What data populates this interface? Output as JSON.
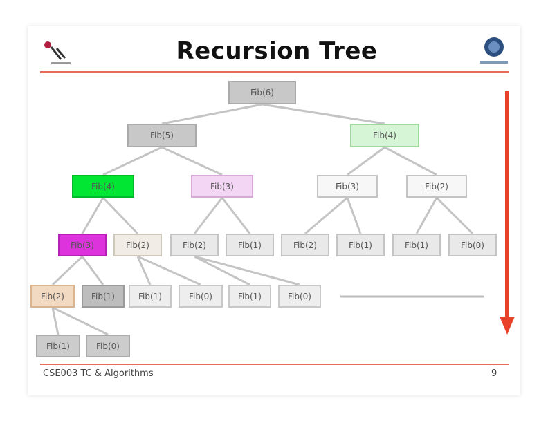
{
  "title": "Recursion Tree",
  "footer": {
    "course": "CSE003 TC & Algorithms",
    "page": "9"
  },
  "nodes": [
    {
      "id": "n0",
      "label": "Fib(6)",
      "fill": "#c8c8c8",
      "border": "#aaaaaa"
    },
    {
      "id": "n1",
      "label": "Fib(5)",
      "fill": "#c8c8c8",
      "border": "#aaaaaa"
    },
    {
      "id": "n2",
      "label": "Fib(4)",
      "fill": "#d6f5d6",
      "border": "#9ed89e"
    },
    {
      "id": "n3",
      "label": "Fib(4)",
      "fill": "#00e632",
      "border": "#00b828"
    },
    {
      "id": "n4",
      "label": "Fib(3)",
      "fill": "#f3d6f3",
      "border": "#d8a8d8"
    },
    {
      "id": "n5",
      "label": "Fib(3)",
      "fill": "#f7f7f7",
      "border": "#c4c4c4"
    },
    {
      "id": "n6",
      "label": "Fib(2)",
      "fill": "#f7f7f7",
      "border": "#c4c4c4"
    },
    {
      "id": "n7",
      "label": "Fib(3)",
      "fill": "#dd33dd",
      "border": "#b520b5"
    },
    {
      "id": "n8",
      "label": "Fib(2)",
      "fill": "#f1ede6",
      "border": "#cfc8bd"
    },
    {
      "id": "n9",
      "label": "Fib(2)",
      "fill": "#e9e9e9",
      "border": "#c4c4c4"
    },
    {
      "id": "n10",
      "label": "Fib(1)",
      "fill": "#e9e9e9",
      "border": "#c4c4c4"
    },
    {
      "id": "n11",
      "label": "Fib(2)",
      "fill": "#e9e9e9",
      "border": "#c4c4c4"
    },
    {
      "id": "n12",
      "label": "Fib(1)",
      "fill": "#e9e9e9",
      "border": "#c4c4c4"
    },
    {
      "id": "n13",
      "label": "Fib(1)",
      "fill": "#e9e9e9",
      "border": "#c4c4c4"
    },
    {
      "id": "n14",
      "label": "Fib(0)",
      "fill": "#e9e9e9",
      "border": "#c4c4c4"
    },
    {
      "id": "n15",
      "label": "Fib(2)",
      "fill": "#f2d9c2",
      "border": "#d9b48f"
    },
    {
      "id": "n16",
      "label": "Fib(1)",
      "fill": "#bdbdbd",
      "border": "#9a9a9a"
    },
    {
      "id": "n17",
      "label": "Fib(1)",
      "fill": "#eeeeee",
      "border": "#c8c8c8"
    },
    {
      "id": "n18",
      "label": "Fib(0)",
      "fill": "#eeeeee",
      "border": "#c8c8c8"
    },
    {
      "id": "n19",
      "label": "Fib(1)",
      "fill": "#eeeeee",
      "border": "#c8c8c8"
    },
    {
      "id": "n20",
      "label": "Fib(0)",
      "fill": "#eeeeee",
      "border": "#c8c8c8"
    },
    {
      "id": "n21",
      "label": "Fib(1)",
      "fill": "#cccccc",
      "border": "#aaaaaa"
    },
    {
      "id": "n22",
      "label": "Fib(0)",
      "fill": "#cccccc",
      "border": "#aaaaaa"
    }
  ],
  "edges": [
    [
      "n0",
      "n1"
    ],
    [
      "n0",
      "n2"
    ],
    [
      "n1",
      "n3"
    ],
    [
      "n1",
      "n4"
    ],
    [
      "n2",
      "n5"
    ],
    [
      "n2",
      "n6"
    ],
    [
      "n3",
      "n7"
    ],
    [
      "n3",
      "n8"
    ],
    [
      "n4",
      "n9"
    ],
    [
      "n4",
      "n10"
    ],
    [
      "n5",
      "n11"
    ],
    [
      "n5",
      "n12"
    ],
    [
      "n6",
      "n13"
    ],
    [
      "n6",
      "n14"
    ],
    [
      "n7",
      "n15"
    ],
    [
      "n7",
      "n16"
    ],
    [
      "n8",
      "n17"
    ],
    [
      "n8",
      "n18"
    ],
    [
      "n9",
      "n19"
    ],
    [
      "n9",
      "n20"
    ],
    [
      "n15",
      "n21"
    ],
    [
      "n15",
      "n22"
    ]
  ],
  "colors": {
    "accent": "#e86a5a",
    "arrow": "#e8432a",
    "edge": "#c4c4c4"
  }
}
